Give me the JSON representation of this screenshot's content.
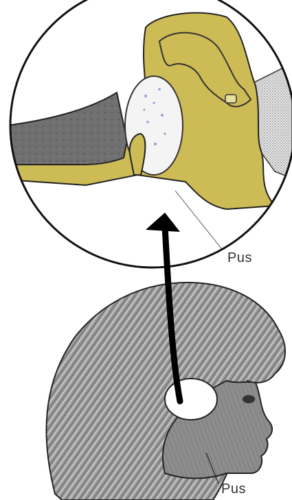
{
  "labels": {
    "pus_upper": "Pus",
    "pus_lower": "Pus"
  },
  "colors": {
    "background": "#ffffff",
    "outline": "#222222",
    "canal_gray": "#6f6f6f",
    "bone_yellow": "#cdbb55",
    "eardrum_white": "#f4f4f4",
    "inner_ear_stipple": "#d8d8d8",
    "head_gray": "#8a8a8a",
    "arrow": "#000000"
  },
  "icons": {
    "arrow": "up-arrow"
  }
}
